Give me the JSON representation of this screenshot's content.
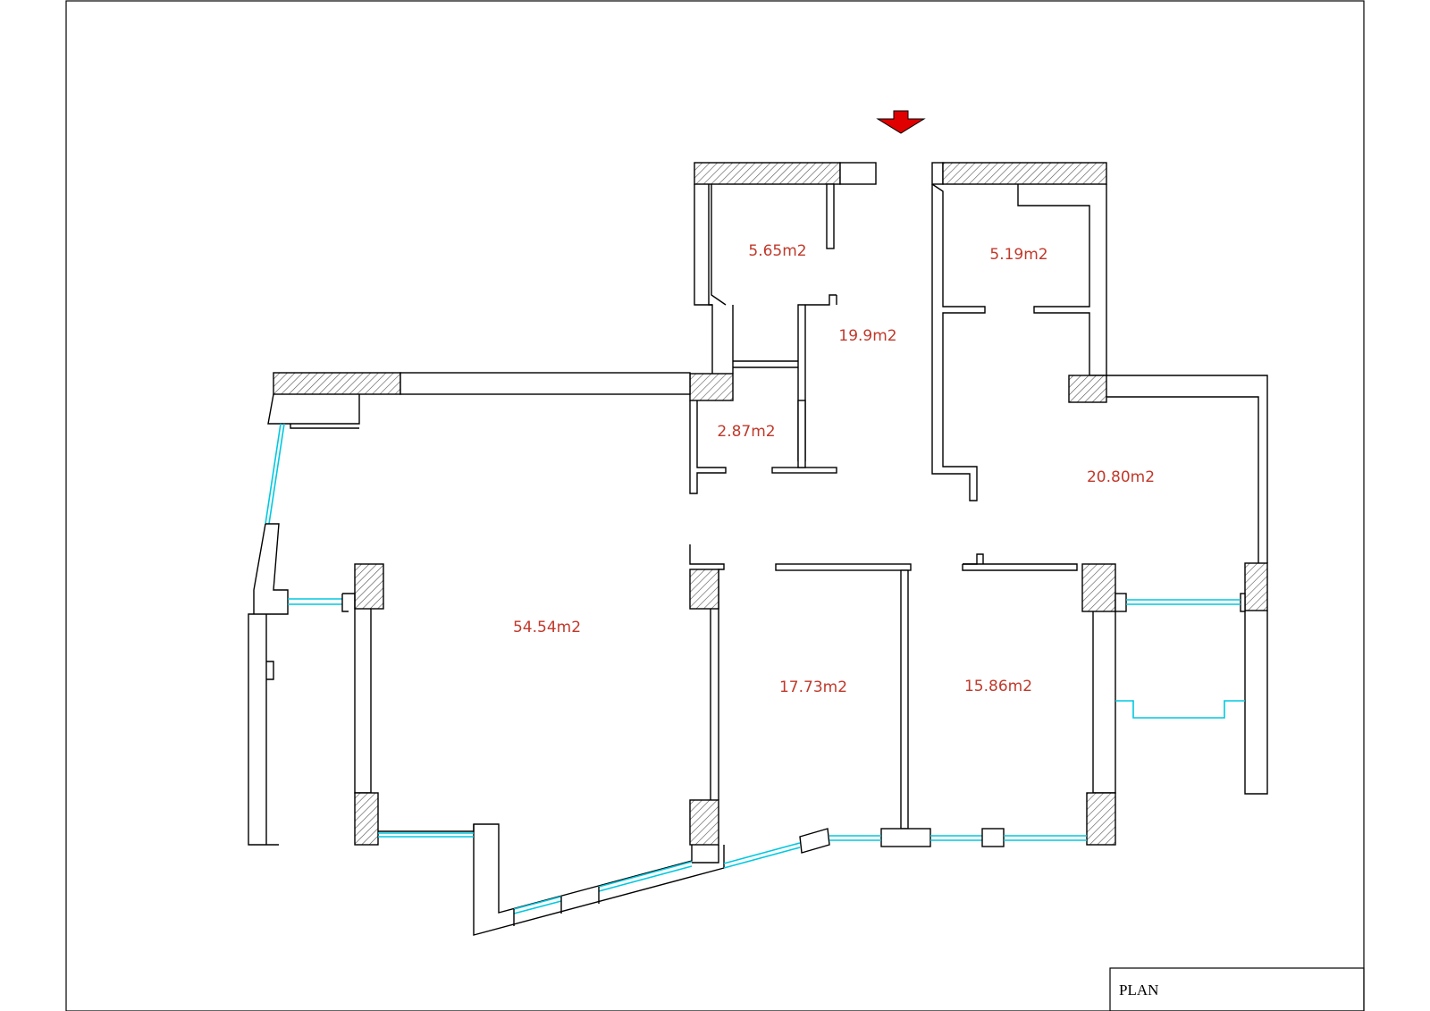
{
  "drawing": {
    "title": "PLAN",
    "entrance_marker": "entrance-arrow",
    "colors": {
      "walls": "#000000",
      "glazing": "#00c8e0",
      "room_labels": "#c0392b",
      "entrance_arrow": "#e00000"
    }
  },
  "rooms": {
    "room_1": "5.65m2",
    "room_2": "5.19m2",
    "room_3": "19.9m2",
    "room_4": "2.87m2",
    "room_5": "20.80m2",
    "room_6": "54.54m2",
    "room_7": "17.73m2",
    "room_8": "15.86m2"
  }
}
